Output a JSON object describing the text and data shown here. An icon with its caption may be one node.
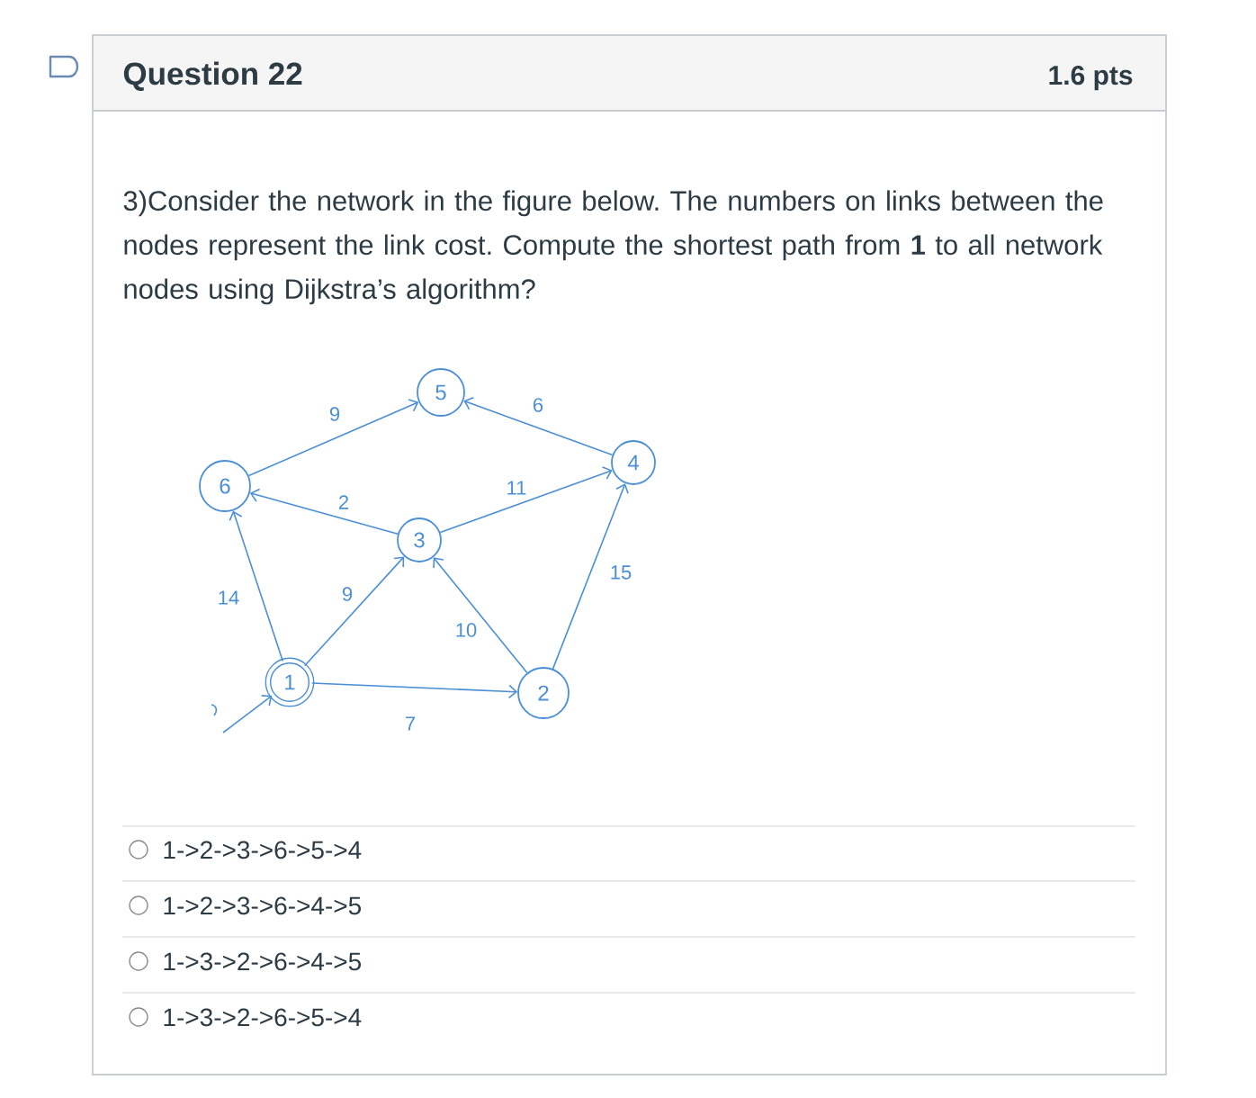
{
  "diagram": {
    "title": "Question 22",
    "nodes": [
      {
        "text": [
          "5"
        ]
      },
      {
        "text": [
          "6"
        ]
      },
      {
        "text": [
          "4"
        ]
      },
      {
        "text": [
          "3"
        ]
      },
      {
        "text": [
          "1"
        ]
      },
      {
        "text": [
          "2"
        ]
      }
    ],
    "edges": [
      {
        "from": 1,
        "to": 0,
        "arrow": "to",
        "label": "9"
      },
      {
        "from": 2,
        "to": 0,
        "arrow": "to",
        "label": "6"
      },
      {
        "from": 3,
        "to": 1,
        "arrow": "to",
        "label": "2"
      },
      {
        "from": 3,
        "to": 2,
        "arrow": "to",
        "label": "11"
      },
      {
        "from": 4,
        "to": 1,
        "arrow": "to",
        "label": "14"
      },
      {
        "from": 4,
        "to": 3,
        "arrow": "to",
        "label": "9"
      },
      {
        "from": 5,
        "to": 3,
        "arrow": "to",
        "label": "10"
      },
      {
        "from": 4,
        "to": 5,
        "arrow": "to",
        "label": "7"
      },
      {
        "from": 5,
        "to": 2,
        "arrow": "to",
        "label": "15"
      },
      {
        "from": null,
        "to": 4,
        "arrow": "to"
      }
    ],
    "labels": [
      "1.6 pts",
      "3)Consider the network in the figure below. The numbers on links between the nodes represent the link cost. Compute the shortest path from **1** to all network nodes using Dijkstra’s algorithm?",
      "1->2->3->6->5->4",
      "1->2->3->6->4->5",
      "1->3->2->6->4->5",
      "1->3->2->6->5->4"
    ]
  }
}
